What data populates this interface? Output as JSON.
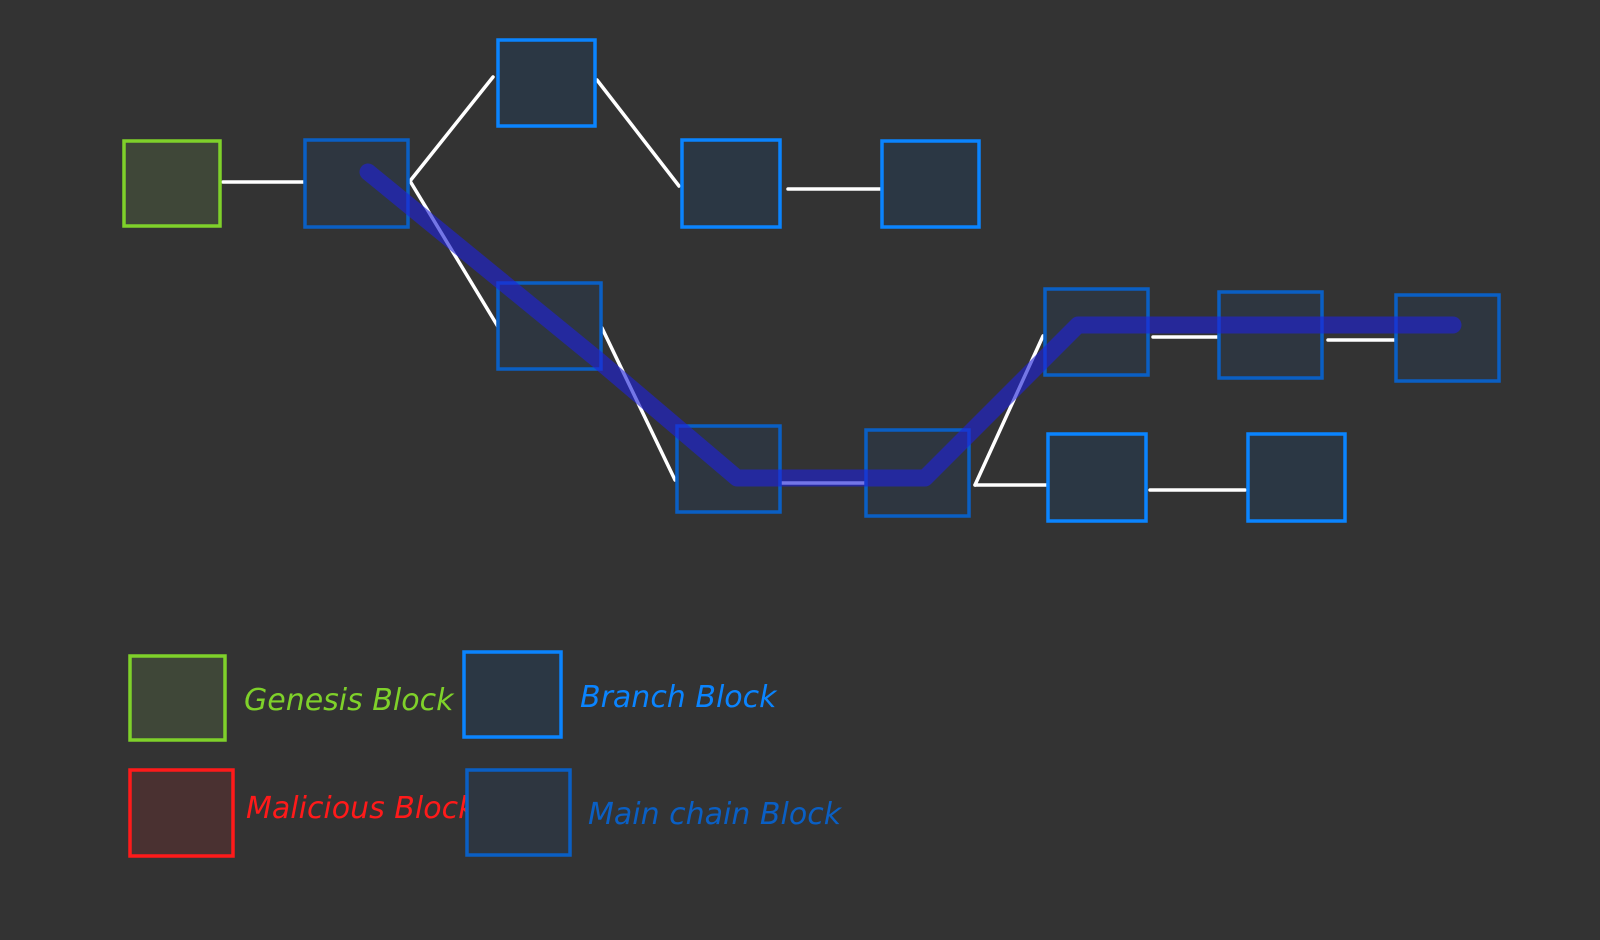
{
  "colors": {
    "background": "#333333",
    "genesis": "#7fd12a",
    "genesis_fill": "#3f4738",
    "branch": "#0a84ff",
    "branch_fill": "#2b3744",
    "main_chain": "#0a5fc4",
    "main_chain_fill": "#2e3640",
    "malicious": "#ff1a1a",
    "malicious_fill": "#4a3131",
    "link": "#ffffff",
    "main_path": "#1f22d8"
  },
  "legend": {
    "genesis_label": "Genesis Block",
    "branch_label": "Branch Block",
    "malicious_label": "Malicious Block",
    "main_chain_label": "Main chain Block"
  },
  "blocks": [
    {
      "id": "genesis",
      "type": "genesis"
    },
    {
      "id": "b1",
      "type": "main_chain"
    },
    {
      "id": "upper-1",
      "type": "branch"
    },
    {
      "id": "upper-2",
      "type": "branch"
    },
    {
      "id": "upper-3",
      "type": "branch"
    },
    {
      "id": "b2",
      "type": "main_chain"
    },
    {
      "id": "b3",
      "type": "main_chain"
    },
    {
      "id": "b4",
      "type": "main_chain"
    },
    {
      "id": "b5",
      "type": "main_chain"
    },
    {
      "id": "b6",
      "type": "main_chain"
    },
    {
      "id": "b7",
      "type": "main_chain"
    },
    {
      "id": "lower-1",
      "type": "branch"
    },
    {
      "id": "lower-2",
      "type": "branch"
    }
  ],
  "links": [
    [
      "genesis",
      "b1"
    ],
    [
      "b1",
      "upper-1"
    ],
    [
      "upper-1",
      "upper-2"
    ],
    [
      "upper-2",
      "upper-3"
    ],
    [
      "b1",
      "b2"
    ],
    [
      "b2",
      "b3"
    ],
    [
      "b3",
      "b4"
    ],
    [
      "b4",
      "b5"
    ],
    [
      "b5",
      "b6"
    ],
    [
      "b6",
      "b7"
    ],
    [
      "b4",
      "lower-1"
    ],
    [
      "lower-1",
      "lower-2"
    ]
  ],
  "main_chain_path": [
    "b1",
    "b2",
    "b3",
    "b4",
    "b5",
    "b6",
    "b7"
  ]
}
